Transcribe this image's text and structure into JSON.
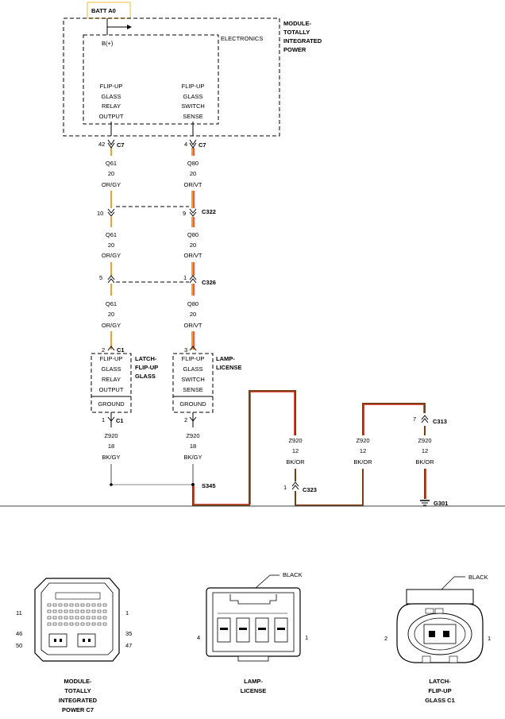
{
  "power": {
    "batt_label": "BATT A0",
    "bplus": "B(+)",
    "electronics": "ELECTRONICS",
    "module_label": [
      "MODULE-",
      "TOTALLY",
      "INTEGRATED",
      "POWER"
    ],
    "relay_output": [
      "FLIP-UP",
      "GLASS",
      "RELAY",
      "OUTPUT"
    ],
    "switch_sense": [
      "FLIP-UP",
      "GLASS",
      "SWITCH",
      "SENSE"
    ]
  },
  "pins": {
    "c7_left_pin": "42",
    "c7_left_conn": "C7",
    "c7_right_pin": "4",
    "c7_right_conn": "C7",
    "c322_left_pin": "10",
    "c322_right_pin": "9",
    "c322_conn": "C322",
    "c326_left_pin": "5",
    "c326_right_pin": "1",
    "c326_conn": "C326",
    "latch_top_pin": "2",
    "latch_top_conn": "C1",
    "lamp_top_pin": "3",
    "latch_bot_pin": "1",
    "latch_bot_conn": "C1",
    "lamp_bot_pin": "2",
    "c313_pin": "7",
    "c313_conn": "C313",
    "c323_pin": "1",
    "c323_conn": "C323",
    "s345": "S345",
    "g301": "G301"
  },
  "wires": {
    "q61": [
      "Q61",
      "20",
      "OR/GY"
    ],
    "q80": [
      "Q80",
      "20",
      "OR/VT"
    ],
    "z920_18": [
      "Z920",
      "18",
      "BK/GY"
    ],
    "z920_12": [
      "Z920",
      "12",
      "BK/OR"
    ]
  },
  "latch": {
    "label": [
      "LATCH-",
      "FLIP-UP",
      "GLASS"
    ],
    "inner": [
      "FLIP-UP",
      "GLASS",
      "RELAY",
      "OUTPUT"
    ],
    "ground": "GROUND"
  },
  "lamp": {
    "label": [
      "LAMP-",
      "LICENSE"
    ],
    "inner": [
      "FLIP-UP",
      "GLASS",
      "SWITCH",
      "SENSE"
    ],
    "ground": "GROUND"
  },
  "connectors": {
    "tipm": {
      "pins": [
        "11",
        "1",
        "46",
        "35",
        "50",
        "47"
      ],
      "caption": [
        "MODULE-",
        "TOTALLY",
        "INTEGRATED",
        "POWER C7"
      ]
    },
    "lamp": {
      "color": "BLACK",
      "pins": [
        "4",
        "1"
      ],
      "caption": [
        "LAMP-",
        "LICENSE"
      ]
    },
    "latch": {
      "color": "BLACK",
      "pins": [
        "2",
        "1"
      ],
      "caption": [
        "LATCH-",
        "FLIP-UP",
        "GLASS C1"
      ]
    }
  },
  "colors": {
    "orange": "#f0a030",
    "red": "#e82020",
    "brown": "#7a3e10",
    "gray": "#888888",
    "batt_box": "#f2d27a"
  }
}
